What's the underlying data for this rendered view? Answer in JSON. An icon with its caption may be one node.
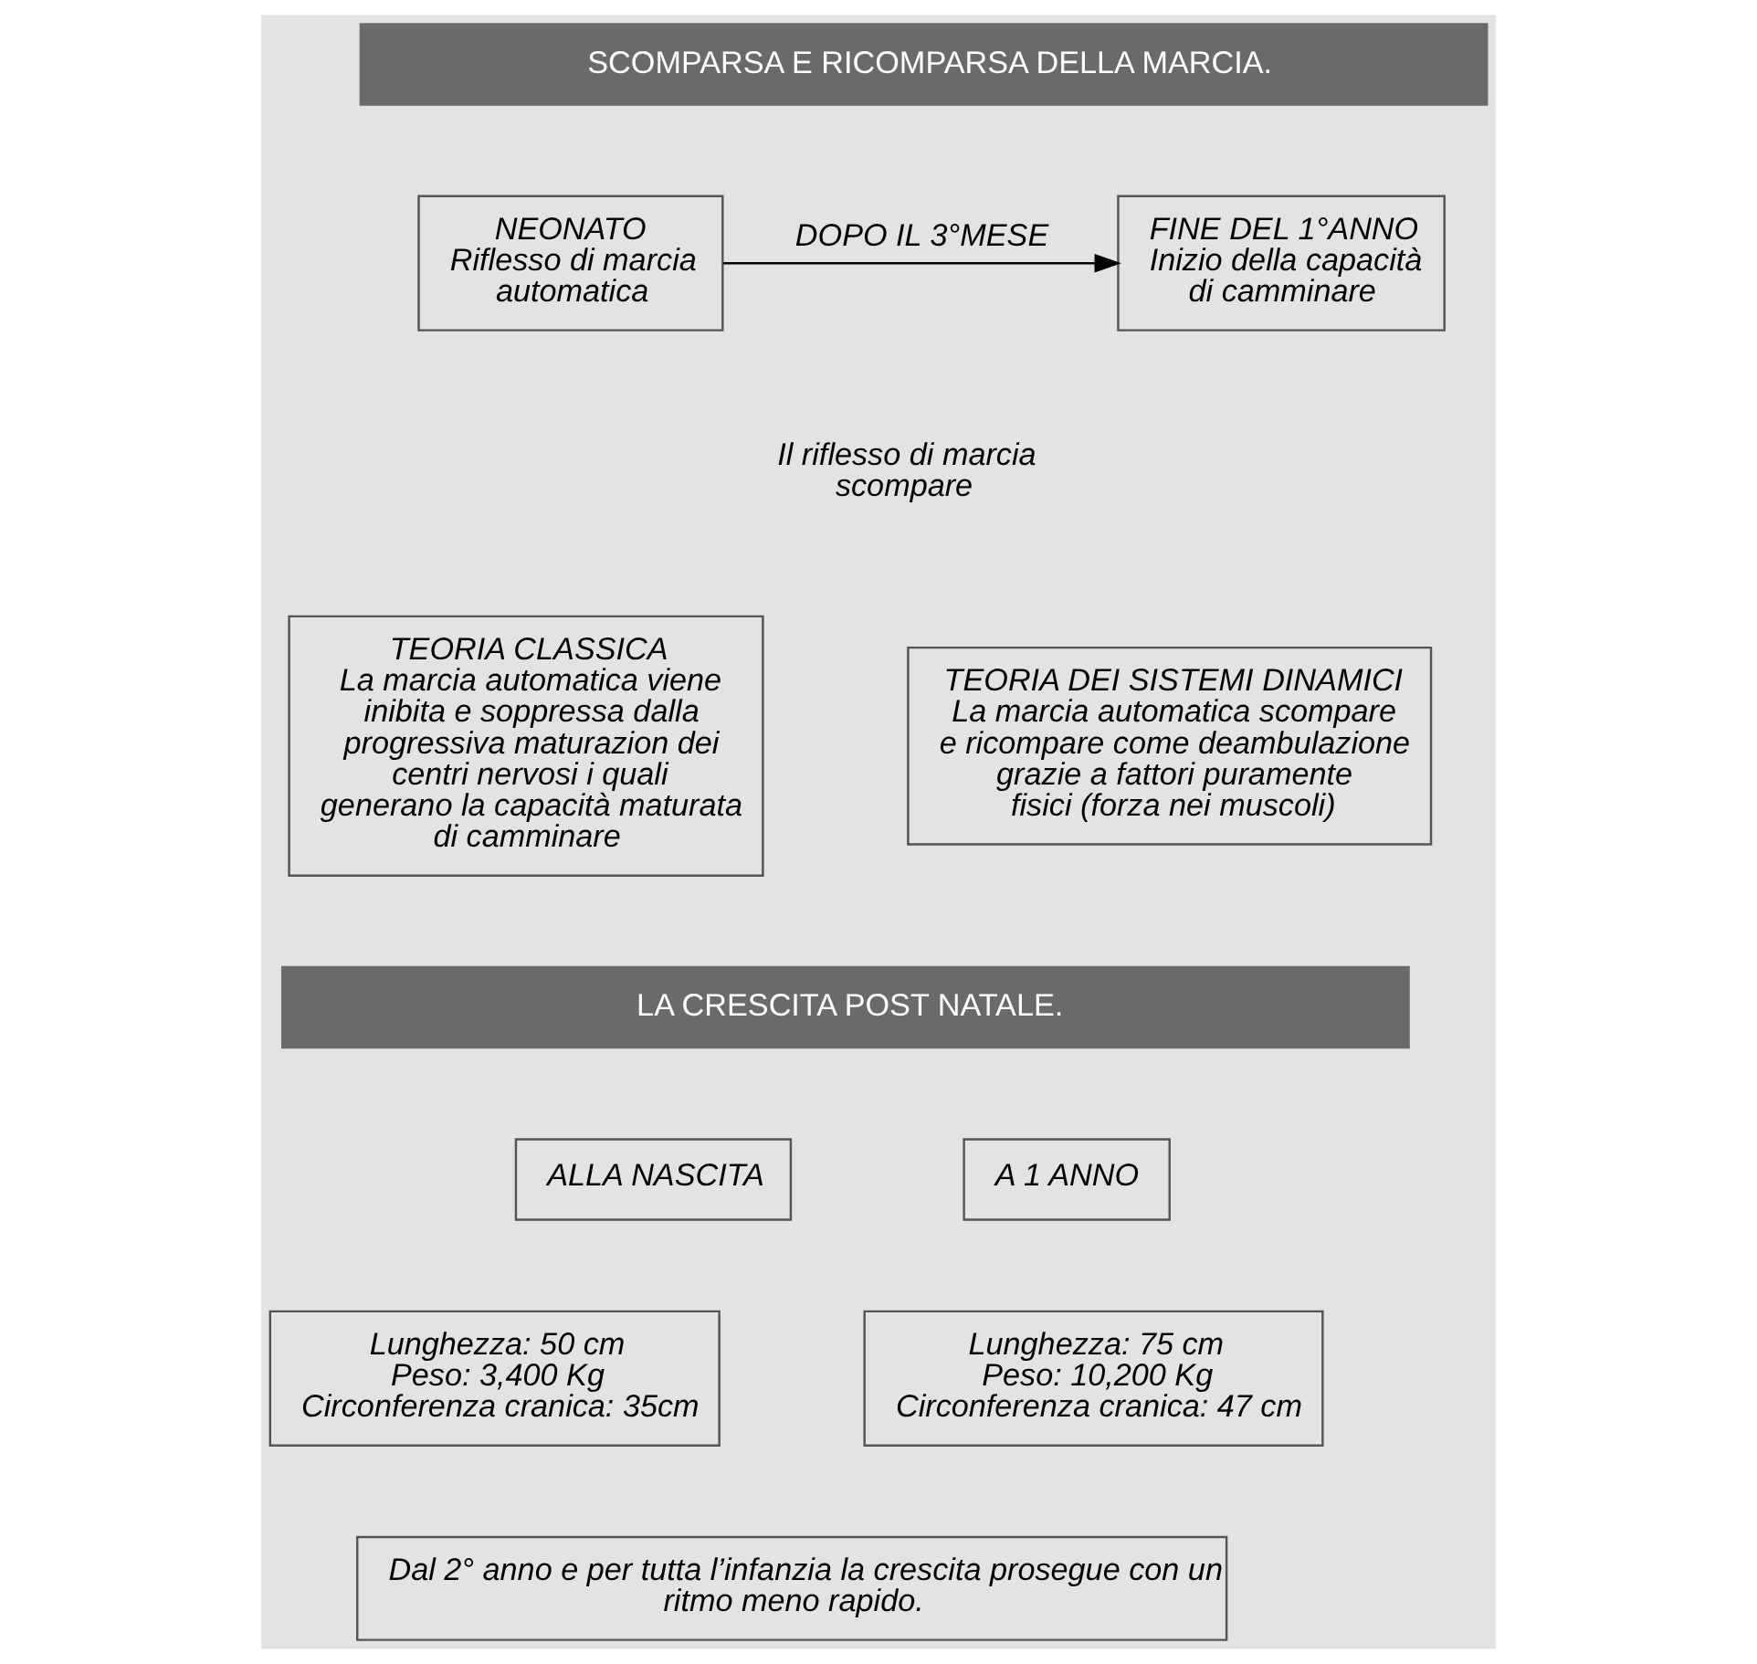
{
  "diagram": {
    "nodes": [
      {
        "text": [
          "SCOMPARSA E RICOMPARSA DELLA MARCIA."
        ]
      },
      {
        "text": [
          "NEONATO",
          "Riflesso di marcia automatica"
        ]
      },
      {
        "text": [
          "FINE DEL 1°ANNO",
          "Inizio della capacità di camminare"
        ]
      },
      {
        "text": [
          "TEORIA CLASSICA",
          "La marcia automatica viene inibita e soppressa dalla progressiva maturazion dei centri nervosi i quali generano la capacità maturata di camminare"
        ]
      },
      {
        "text": [
          "TEORIA DEI SISTEMI DINAMICI",
          "La marcia automatica scompare e ricompare come deambulazione grazie a fattori puramente fisici (forza nei muscoli)"
        ]
      },
      {
        "text": [
          "LA CRESCITA POST NATALE."
        ]
      },
      {
        "text": [
          "ALLA NASCITA"
        ]
      },
      {
        "text": [
          "A 1 ANNO"
        ]
      },
      {
        "text": [
          "Lunghezza: 50 cm",
          "Peso: 3,400 Kg",
          "Circonferenza cranica: 35cm"
        ]
      },
      {
        "text": [
          "Lunghezza: 75 cm",
          "Peso: 10,200 Kg",
          "Circonferenza cranica: 47 cm"
        ]
      },
      {
        "text": [
          "Dal 2° anno e per tutta l’infanzia la crescita prosegue con un ritmo meno rapido."
        ]
      }
    ],
    "edges": [
      {
        "from": 1,
        "to": 2,
        "arrow": "to",
        "label": "DOPO IL 3°MESE"
      }
    ],
    "labels": [
      "Il riflesso di marcia scompare"
    ]
  }
}
